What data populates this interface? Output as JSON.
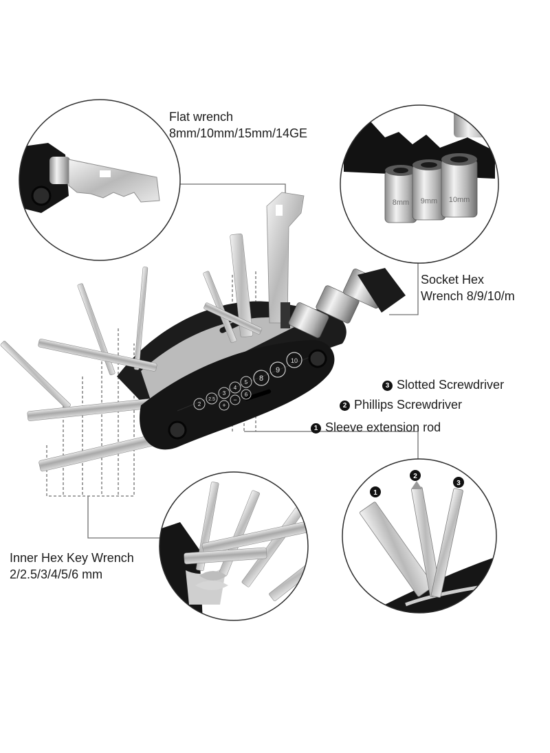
{
  "labels": {
    "flat_wrench_title": "Flat wrench",
    "flat_wrench_sizes": "8mm/10mm/15mm/14GE",
    "socket_title": "Socket Hex",
    "socket_sizes": "Wrench 8/9/10/m",
    "slotted": "Slotted Screwdriver",
    "phillips": "Phillips Screwdriver",
    "sleeve": "Sleeve extension rod",
    "hex_title": "Inner Hex Key Wrench",
    "hex_sizes": "2/2.5/3/4/5/6 mm"
  },
  "badges": {
    "one": "1",
    "two": "2",
    "three": "3"
  },
  "tool_markings": {
    "small_sizes": [
      "2",
      "2.5",
      "3",
      "4",
      "5"
    ],
    "second_row": [
      "+",
      "−",
      "6"
    ],
    "socket_sizes": [
      "8",
      "9",
      "10"
    ]
  },
  "socket_markings": [
    "8mm",
    "9mm",
    "10mm"
  ],
  "colors": {
    "tool_body": "#151515",
    "steel": "#c9c9c9",
    "leader_line": "#777777"
  }
}
